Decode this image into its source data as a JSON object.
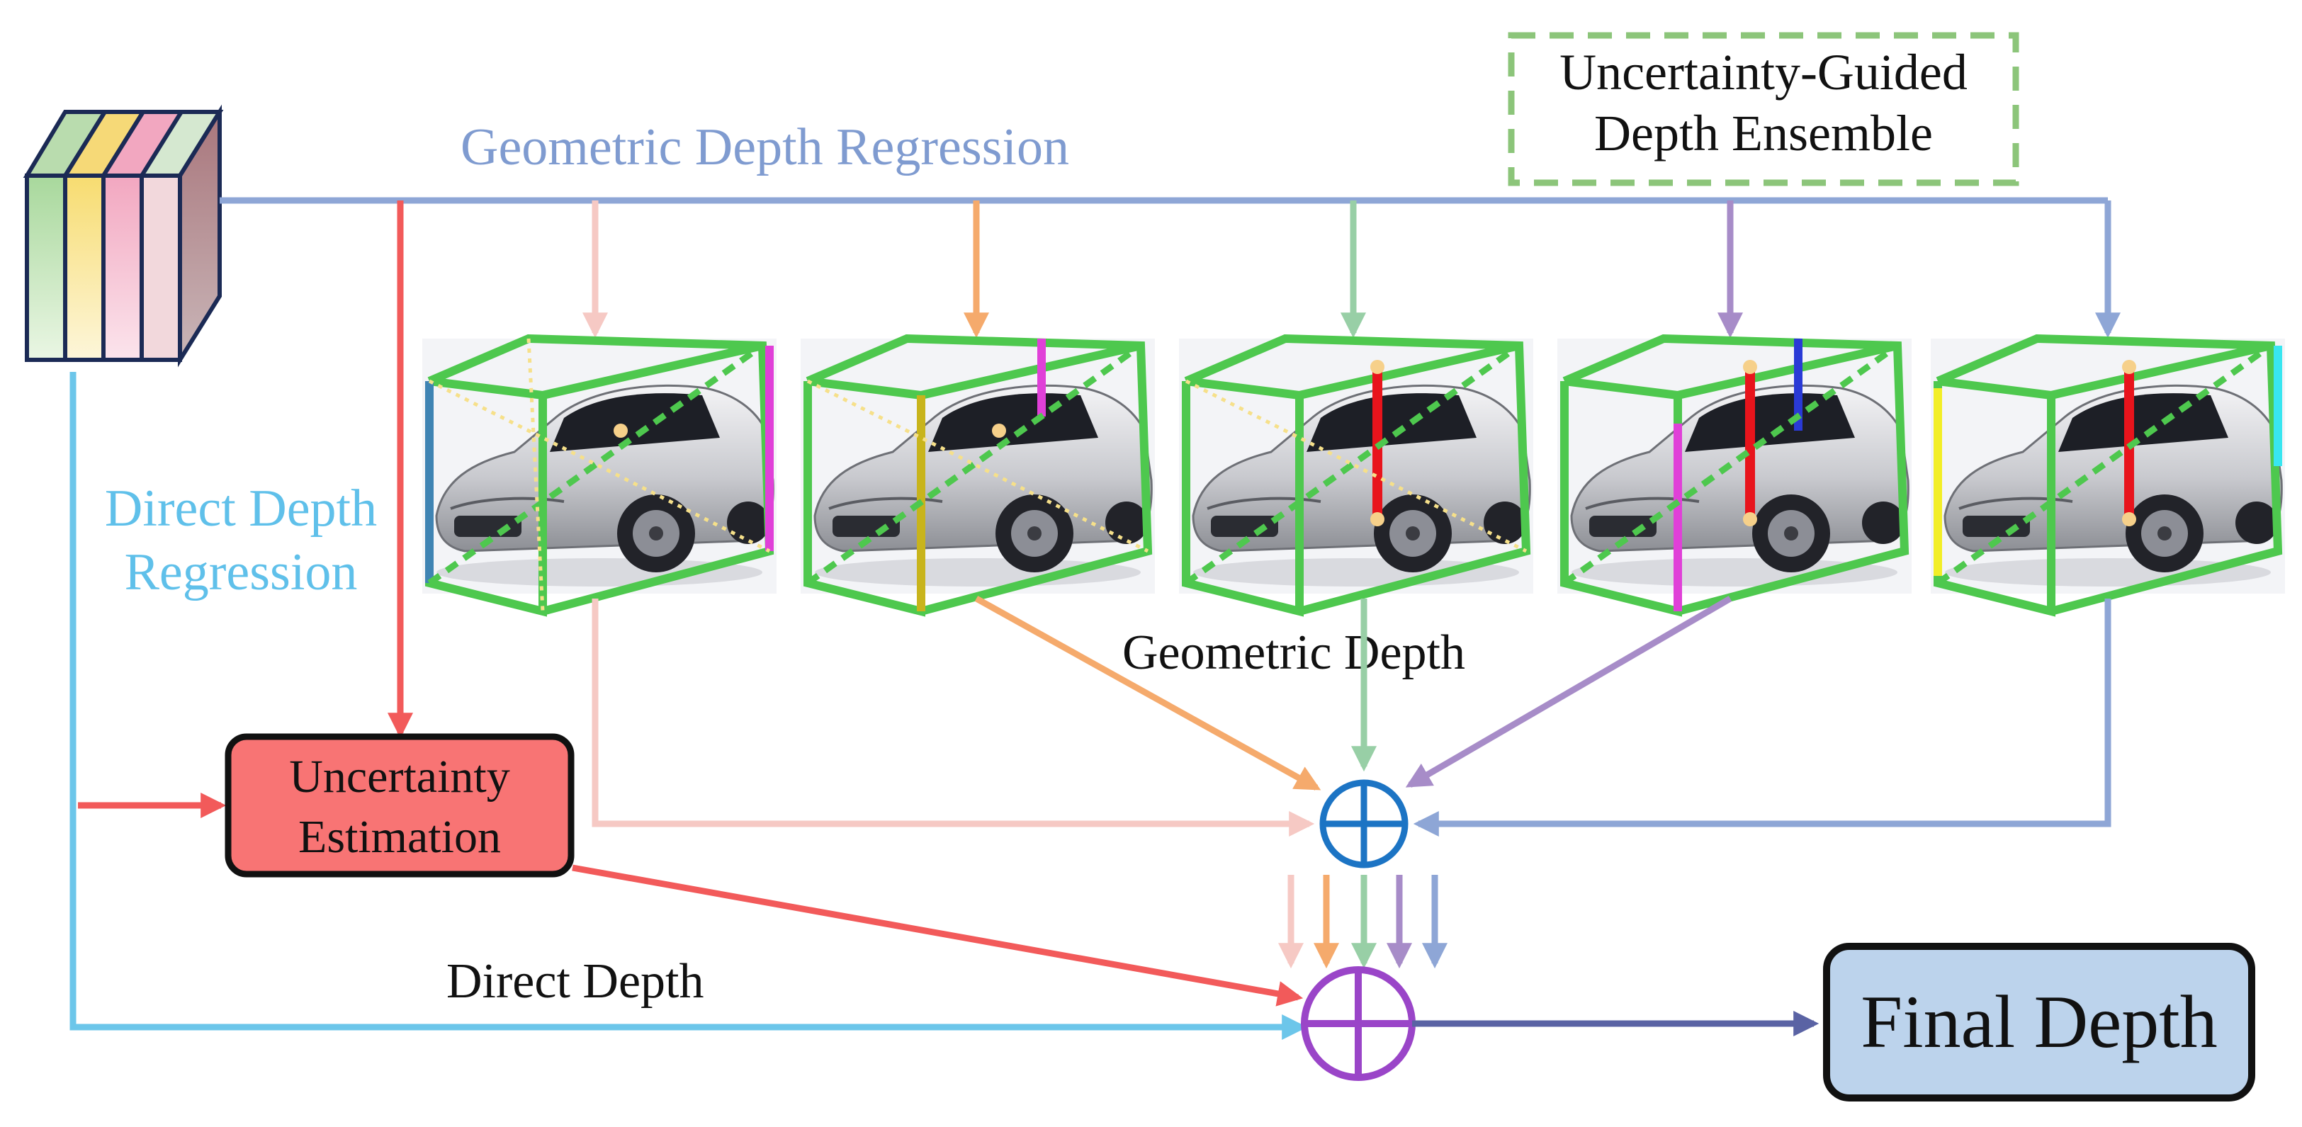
{
  "labels": {
    "geometric_depth_regression": "Geometric Depth Regression",
    "ensemble_line1": "Uncertainty-Guided",
    "ensemble_line2": "Depth Ensemble",
    "direct_depth_regression_line1": "Direct Depth",
    "direct_depth_regression_line2": "Regression",
    "geometric_depth": "Geometric Depth",
    "direct_depth": "Direct Depth",
    "uncertainty_line1": "Uncertainty",
    "uncertainty_line2": "Estimation",
    "final_depth": "Final Depth"
  },
  "colors": {
    "geometric_branch": "#8ea6d6",
    "direct_branch": "#6cc6ea",
    "uncertainty_branch": "#f25a5a",
    "uncertainty_box_fill": "#f87474",
    "final_box_fill": "#bcd3ec",
    "ensemble_border": "#8cc57a",
    "bbox_green": "#4ec84e",
    "sum_blue": "#1c74c4",
    "sum_purple": "#9a45c8",
    "final_arrow": "#5a63a4",
    "branch_colors": [
      "#f6c9c4",
      "#f5aa6c",
      "#98cfa6",
      "#a78cc8",
      "#8ea6d6"
    ],
    "feature_slices": [
      "#b8e0b0",
      "#f8e58a",
      "#f6b8c8"
    ]
  },
  "icons": {
    "car_image": "car-image-icon",
    "feature_map": "feature-map-icon",
    "sum_operator": "plus-circle-icon"
  }
}
